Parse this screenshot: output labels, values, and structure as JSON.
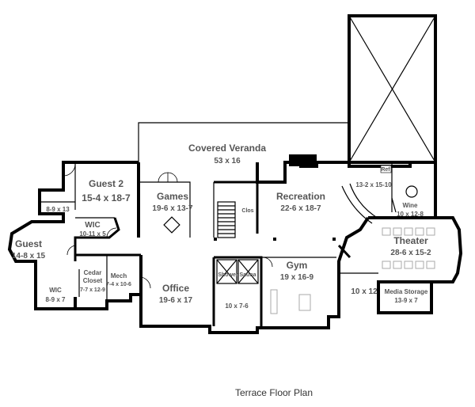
{
  "title": "Terrace Floor Plan",
  "rooms": {
    "covered_veranda": {
      "name": "Covered Veranda",
      "size": "53 x 16"
    },
    "guest2": {
      "name": "Guest 2",
      "size": "15-4 x 18-7"
    },
    "guest2_bath": {
      "size": "8-9 x 13"
    },
    "wic_upper": {
      "name": "WIC",
      "size": "10-11 x 5"
    },
    "guest": {
      "name": "Guest",
      "size": "14-8 x 15"
    },
    "wic_lower": {
      "name": "WIC",
      "size": "8-9 x 7"
    },
    "cedar_closet": {
      "name1": "Cedar",
      "name2": "Closet",
      "size": "7-7 x 12-9"
    },
    "mech": {
      "name": "Mech",
      "size": "7-4 x 10-6"
    },
    "games": {
      "name": "Games",
      "size": "19-6 x 13-7"
    },
    "office": {
      "name": "Office",
      "size": "19-6 x 17"
    },
    "recreation": {
      "name": "Recreation",
      "size": "22-6 x 18-7"
    },
    "bar": {
      "size": "13-2 x 15-10"
    },
    "ref": {
      "name": "Ref"
    },
    "wine": {
      "name": "Wine",
      "size": "10 x 12-8"
    },
    "theater": {
      "name": "Theater",
      "size": "28-6 x 15-2"
    },
    "gym": {
      "name": "Gym",
      "size": "19 x 16-9"
    },
    "shower": {
      "name": "Shower"
    },
    "sauna": {
      "name": "Sauna"
    },
    "spa_bath": {
      "size": "10 x 7-6"
    },
    "clos": {
      "name": "Clos"
    },
    "storage": {
      "size": "10 x 12"
    },
    "media_storage": {
      "name": "Media Storage",
      "size": "13-9 x 7"
    }
  }
}
